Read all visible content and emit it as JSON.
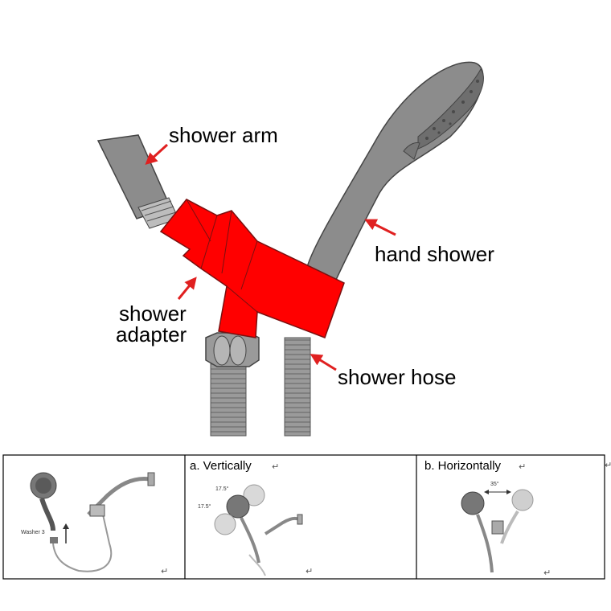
{
  "labels": {
    "shower_arm": "shower arm",
    "hand_shower": "hand shower",
    "shower_adapter_line1": "shower",
    "shower_adapter_line2": "adapter",
    "shower_hose": "shower hose"
  },
  "panels": [
    {
      "id": "install",
      "label": "",
      "washer_label": "Washer 3"
    },
    {
      "id": "vertical",
      "label": "a.   Vertically",
      "angle_top": "17.5°",
      "angle_mid": "17.5°"
    },
    {
      "id": "horizontal",
      "label": "b.   Horizontally",
      "angle": "35°"
    }
  ],
  "marks": {
    "return_glyph": "↵"
  },
  "colors": {
    "adapter": "#ff0000",
    "metal": "#8c8c8c",
    "outline": "#555555",
    "arrow": "#e02020"
  },
  "icons": [
    "arrow-icon",
    "return-mark-icon"
  ]
}
